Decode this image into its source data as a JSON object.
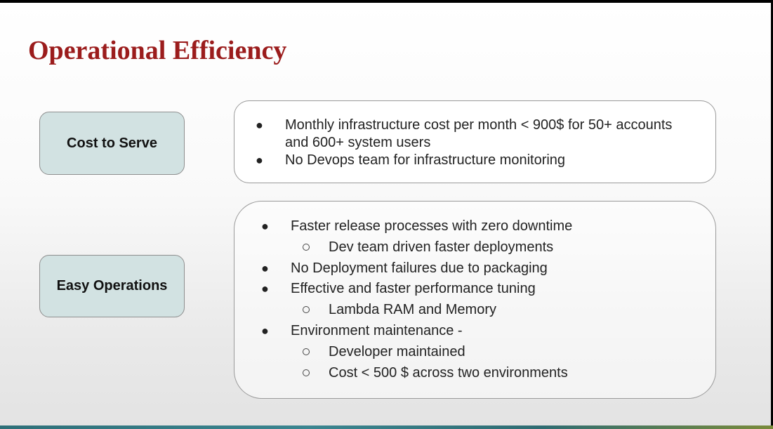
{
  "slide": {
    "title": "Operational Efficiency",
    "sections": [
      {
        "label": "Cost to Serve",
        "items": [
          {
            "text_line1": "Monthly infrastructure cost per month < 900$ for 50+ accounts",
            "text_line2": "and 600+ system users"
          },
          {
            "text": "No Devops team for infrastructure monitoring"
          }
        ]
      },
      {
        "label": "Easy Operations",
        "items": [
          {
            "text": "Faster release processes with zero downtime",
            "sub": [
              "Dev team driven faster deployments"
            ]
          },
          {
            "text": "No Deployment failures due to packaging"
          },
          {
            "text": "Effective and faster performance tuning",
            "sub": [
              "Lambda RAM and Memory"
            ]
          },
          {
            "text": "Environment maintenance -",
            "sub": [
              "Developer maintained",
              "Cost < 500 $ across two environments"
            ]
          }
        ]
      }
    ]
  },
  "colors": {
    "title": "#9b1c1c",
    "label_box_fill": "#d2e2e2",
    "box_border": "#9a9a9a",
    "text": "#222222"
  }
}
